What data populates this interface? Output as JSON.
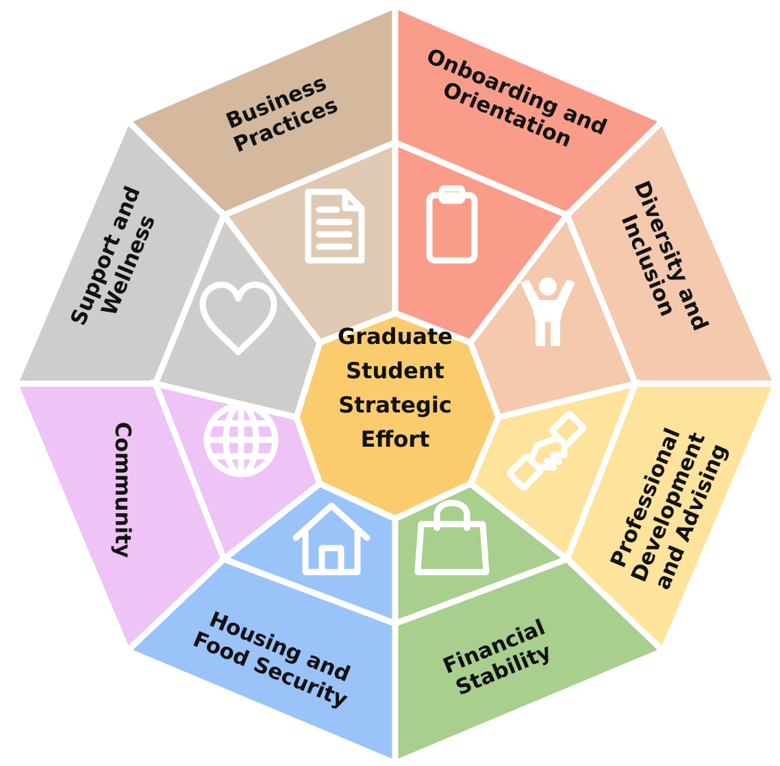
{
  "center": {
    "lines": [
      "Graduate",
      "Student",
      "Strategic",
      "Effort"
    ],
    "color": "#FBCC6E"
  },
  "segments": [
    {
      "id": "onboarding",
      "lines": [
        "Onboarding and",
        "Orientation"
      ],
      "outer_color": "#F99D8A",
      "inner_color": "#F99D8A",
      "icon": "clipboard-icon"
    },
    {
      "id": "diversity",
      "lines": [
        "Diversity and",
        "Inclusion"
      ],
      "outer_color": "#F4C9AE",
      "inner_color": "#F4C9AE",
      "icon": "person-arms-up-icon"
    },
    {
      "id": "professional",
      "lines": [
        "Professional",
        "Development",
        "and Advising"
      ],
      "outer_color": "#FDE39C",
      "inner_color": "#FDE39C",
      "icon": "handshake-icon"
    },
    {
      "id": "financial",
      "lines": [
        "Financial",
        "Stability"
      ],
      "outer_color": "#A8CF8D",
      "inner_color": "#A8CF8D",
      "icon": "shopping-bag-icon"
    },
    {
      "id": "housing",
      "lines": [
        "Housing and",
        "Food Security"
      ],
      "outer_color": "#9AC3FA",
      "inner_color": "#9AC3FA",
      "icon": "house-icon"
    },
    {
      "id": "community",
      "lines": [
        "Community"
      ],
      "outer_color": "#EEC3F6",
      "inner_color": "#EEC3F6",
      "icon": "globe-icon"
    },
    {
      "id": "support",
      "lines": [
        "Support and",
        "Wellness"
      ],
      "outer_color": "#CFCCCC",
      "inner_color": "#CFCCCC",
      "icon": "heart-icon"
    },
    {
      "id": "business",
      "lines": [
        "Business",
        "Practices"
      ],
      "outer_color": "#D4B99F",
      "inner_color": "#E0C9B3",
      "icon": "document-icon"
    }
  ]
}
